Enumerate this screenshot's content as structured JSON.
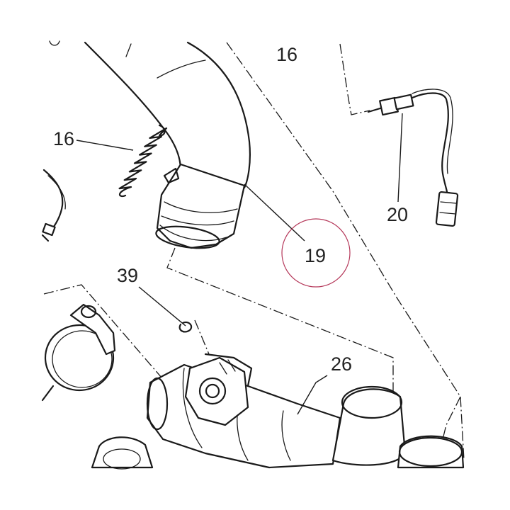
{
  "callouts": [
    {
      "id": "16-top",
      "text": "16"
    },
    {
      "id": "16-spring",
      "text": "16"
    },
    {
      "id": "19",
      "text": "19"
    },
    {
      "id": "20",
      "text": "20"
    },
    {
      "id": "39",
      "text": "39"
    },
    {
      "id": "26",
      "text": "26"
    }
  ],
  "highlight": {
    "target": "19",
    "color": "#b5385a"
  }
}
